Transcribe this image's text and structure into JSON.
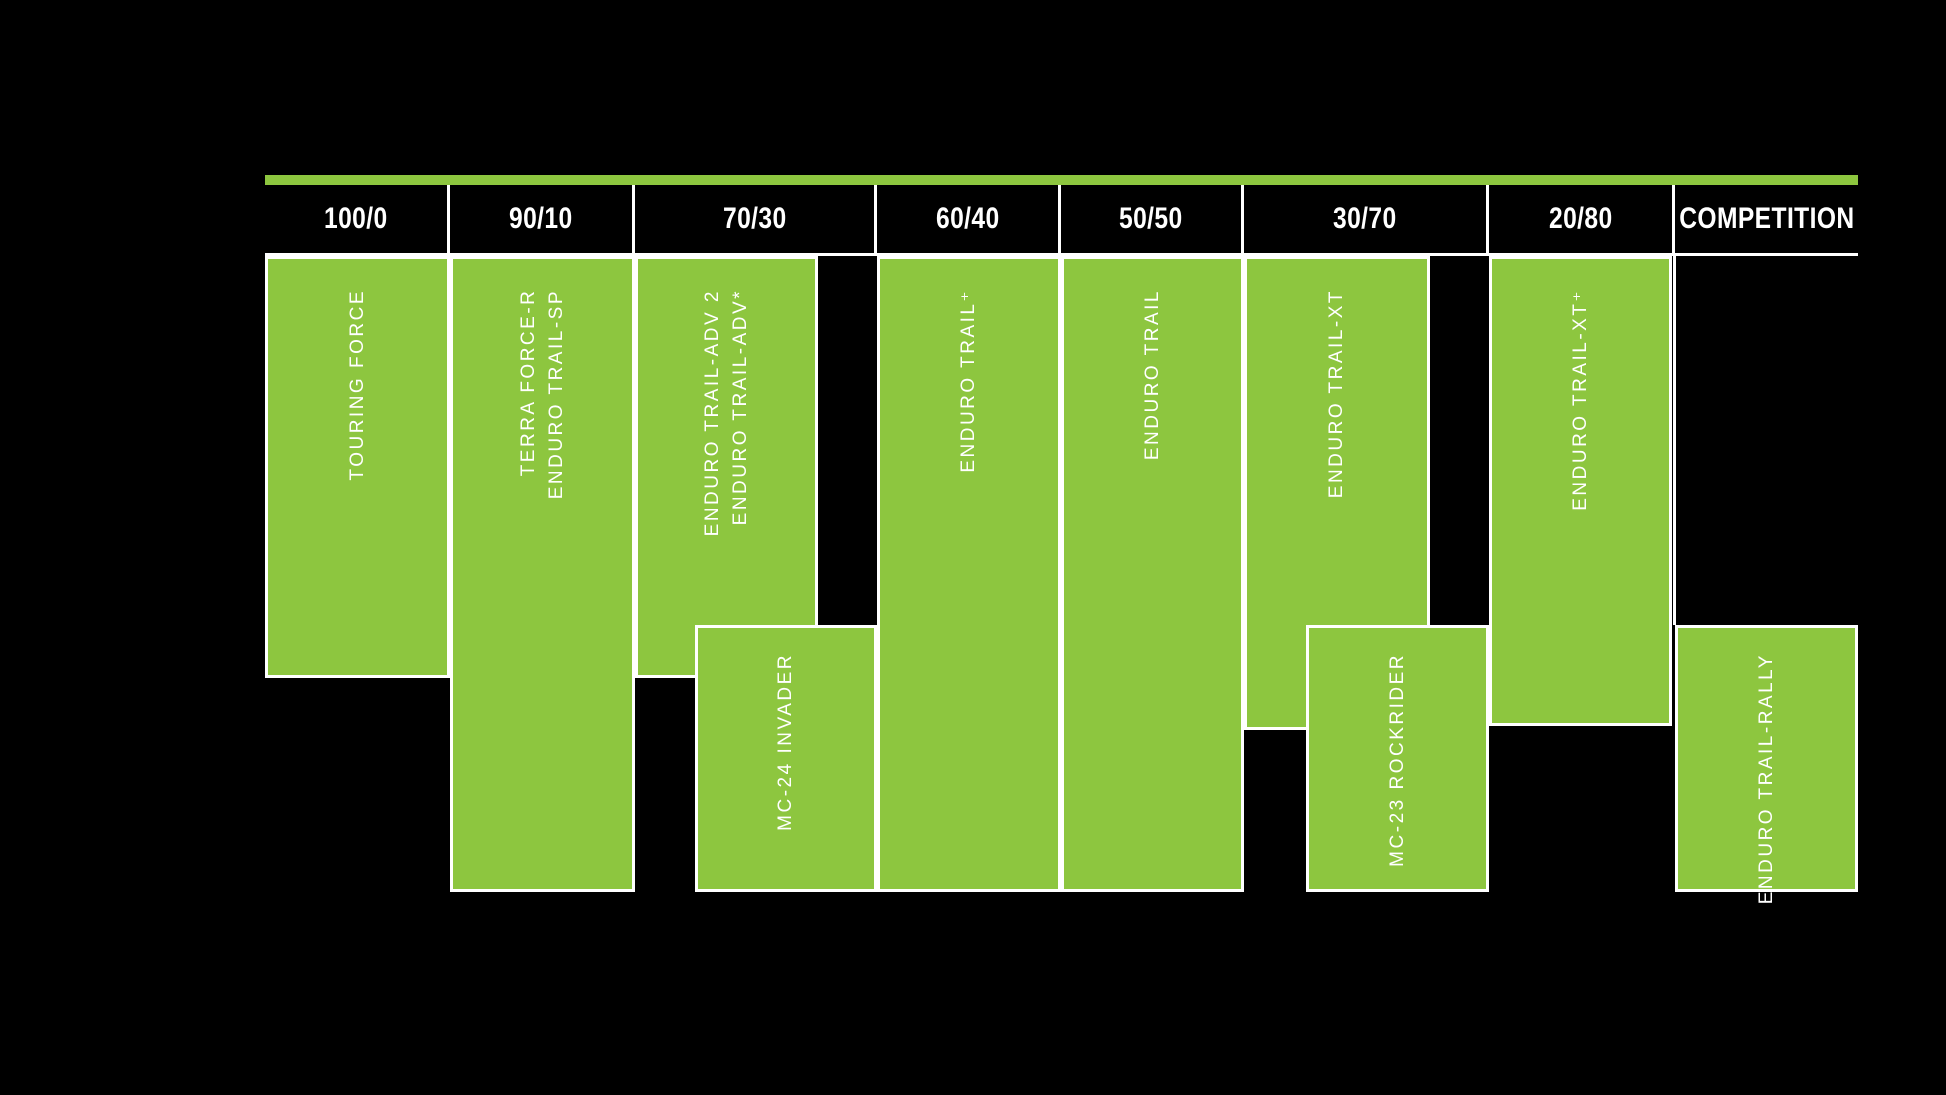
{
  "colors": {
    "green": "#8dc63f",
    "white": "#ffffff",
    "black": "#000000"
  },
  "header": {
    "columns": [
      {
        "label": "100/0"
      },
      {
        "label": "90/10"
      },
      {
        "label": "70/30"
      },
      {
        "label": "60/40"
      },
      {
        "label": "50/50"
      },
      {
        "label": "30/70"
      },
      {
        "label": "20/80"
      },
      {
        "label": "COMPETITION"
      }
    ]
  },
  "products": [
    {
      "lines": [
        "TOURING FORCE"
      ]
    },
    {
      "lines": [
        "TERRA FORCE-R",
        "ENDURO TRAIL-SP"
      ]
    },
    {
      "lines": [
        "ENDURO TRAIL-ADV 2",
        "ENDURO TRAIL-ADV*"
      ]
    },
    {
      "lines": [
        "MC-24 INVADER"
      ]
    },
    {
      "lines": [
        "ENDURO TRAIL⁺"
      ]
    },
    {
      "lines": [
        "ENDURO TRAIL"
      ]
    },
    {
      "lines": [
        "ENDURO TRAIL-XT"
      ]
    },
    {
      "lines": [
        "MC-23 ROCKRIDER"
      ]
    },
    {
      "lines": [
        "ENDURO TRAIL-XT⁺"
      ]
    },
    {
      "lines": [
        "ENDURO TRAIL-RALLY"
      ]
    }
  ],
  "chart_data": {
    "type": "table",
    "title": "",
    "categories": [
      "100/0",
      "90/10",
      "70/30",
      "60/40",
      "50/50",
      "30/70",
      "20/80",
      "COMPETITION"
    ],
    "series": [
      {
        "name": "TOURING FORCE",
        "columns": [
          "100/0"
        ],
        "tier": "top"
      },
      {
        "name": "TERRA FORCE-R / ENDURO TRAIL-SP",
        "columns": [
          "90/10"
        ],
        "tier": "full"
      },
      {
        "name": "ENDURO TRAIL-ADV 2 / ENDURO TRAIL-ADV*",
        "columns": [
          "70/30"
        ],
        "tier": "top"
      },
      {
        "name": "MC-24 INVADER",
        "columns": [
          "70/30"
        ],
        "tier": "bottom"
      },
      {
        "name": "ENDURO TRAIL⁺",
        "columns": [
          "60/40"
        ],
        "tier": "full"
      },
      {
        "name": "ENDURO TRAIL",
        "columns": [
          "50/50"
        ],
        "tier": "full"
      },
      {
        "name": "ENDURO TRAIL-XT",
        "columns": [
          "30/70"
        ],
        "tier": "top"
      },
      {
        "name": "MC-23 ROCKRIDER",
        "columns": [
          "30/70"
        ],
        "tier": "bottom"
      },
      {
        "name": "ENDURO TRAIL-XT⁺",
        "columns": [
          "20/80"
        ],
        "tier": "top"
      },
      {
        "name": "ENDURO TRAIL-RALLY",
        "columns": [
          "COMPETITION"
        ],
        "tier": "bottom"
      }
    ],
    "legend_position": "none",
    "grid": false
  }
}
